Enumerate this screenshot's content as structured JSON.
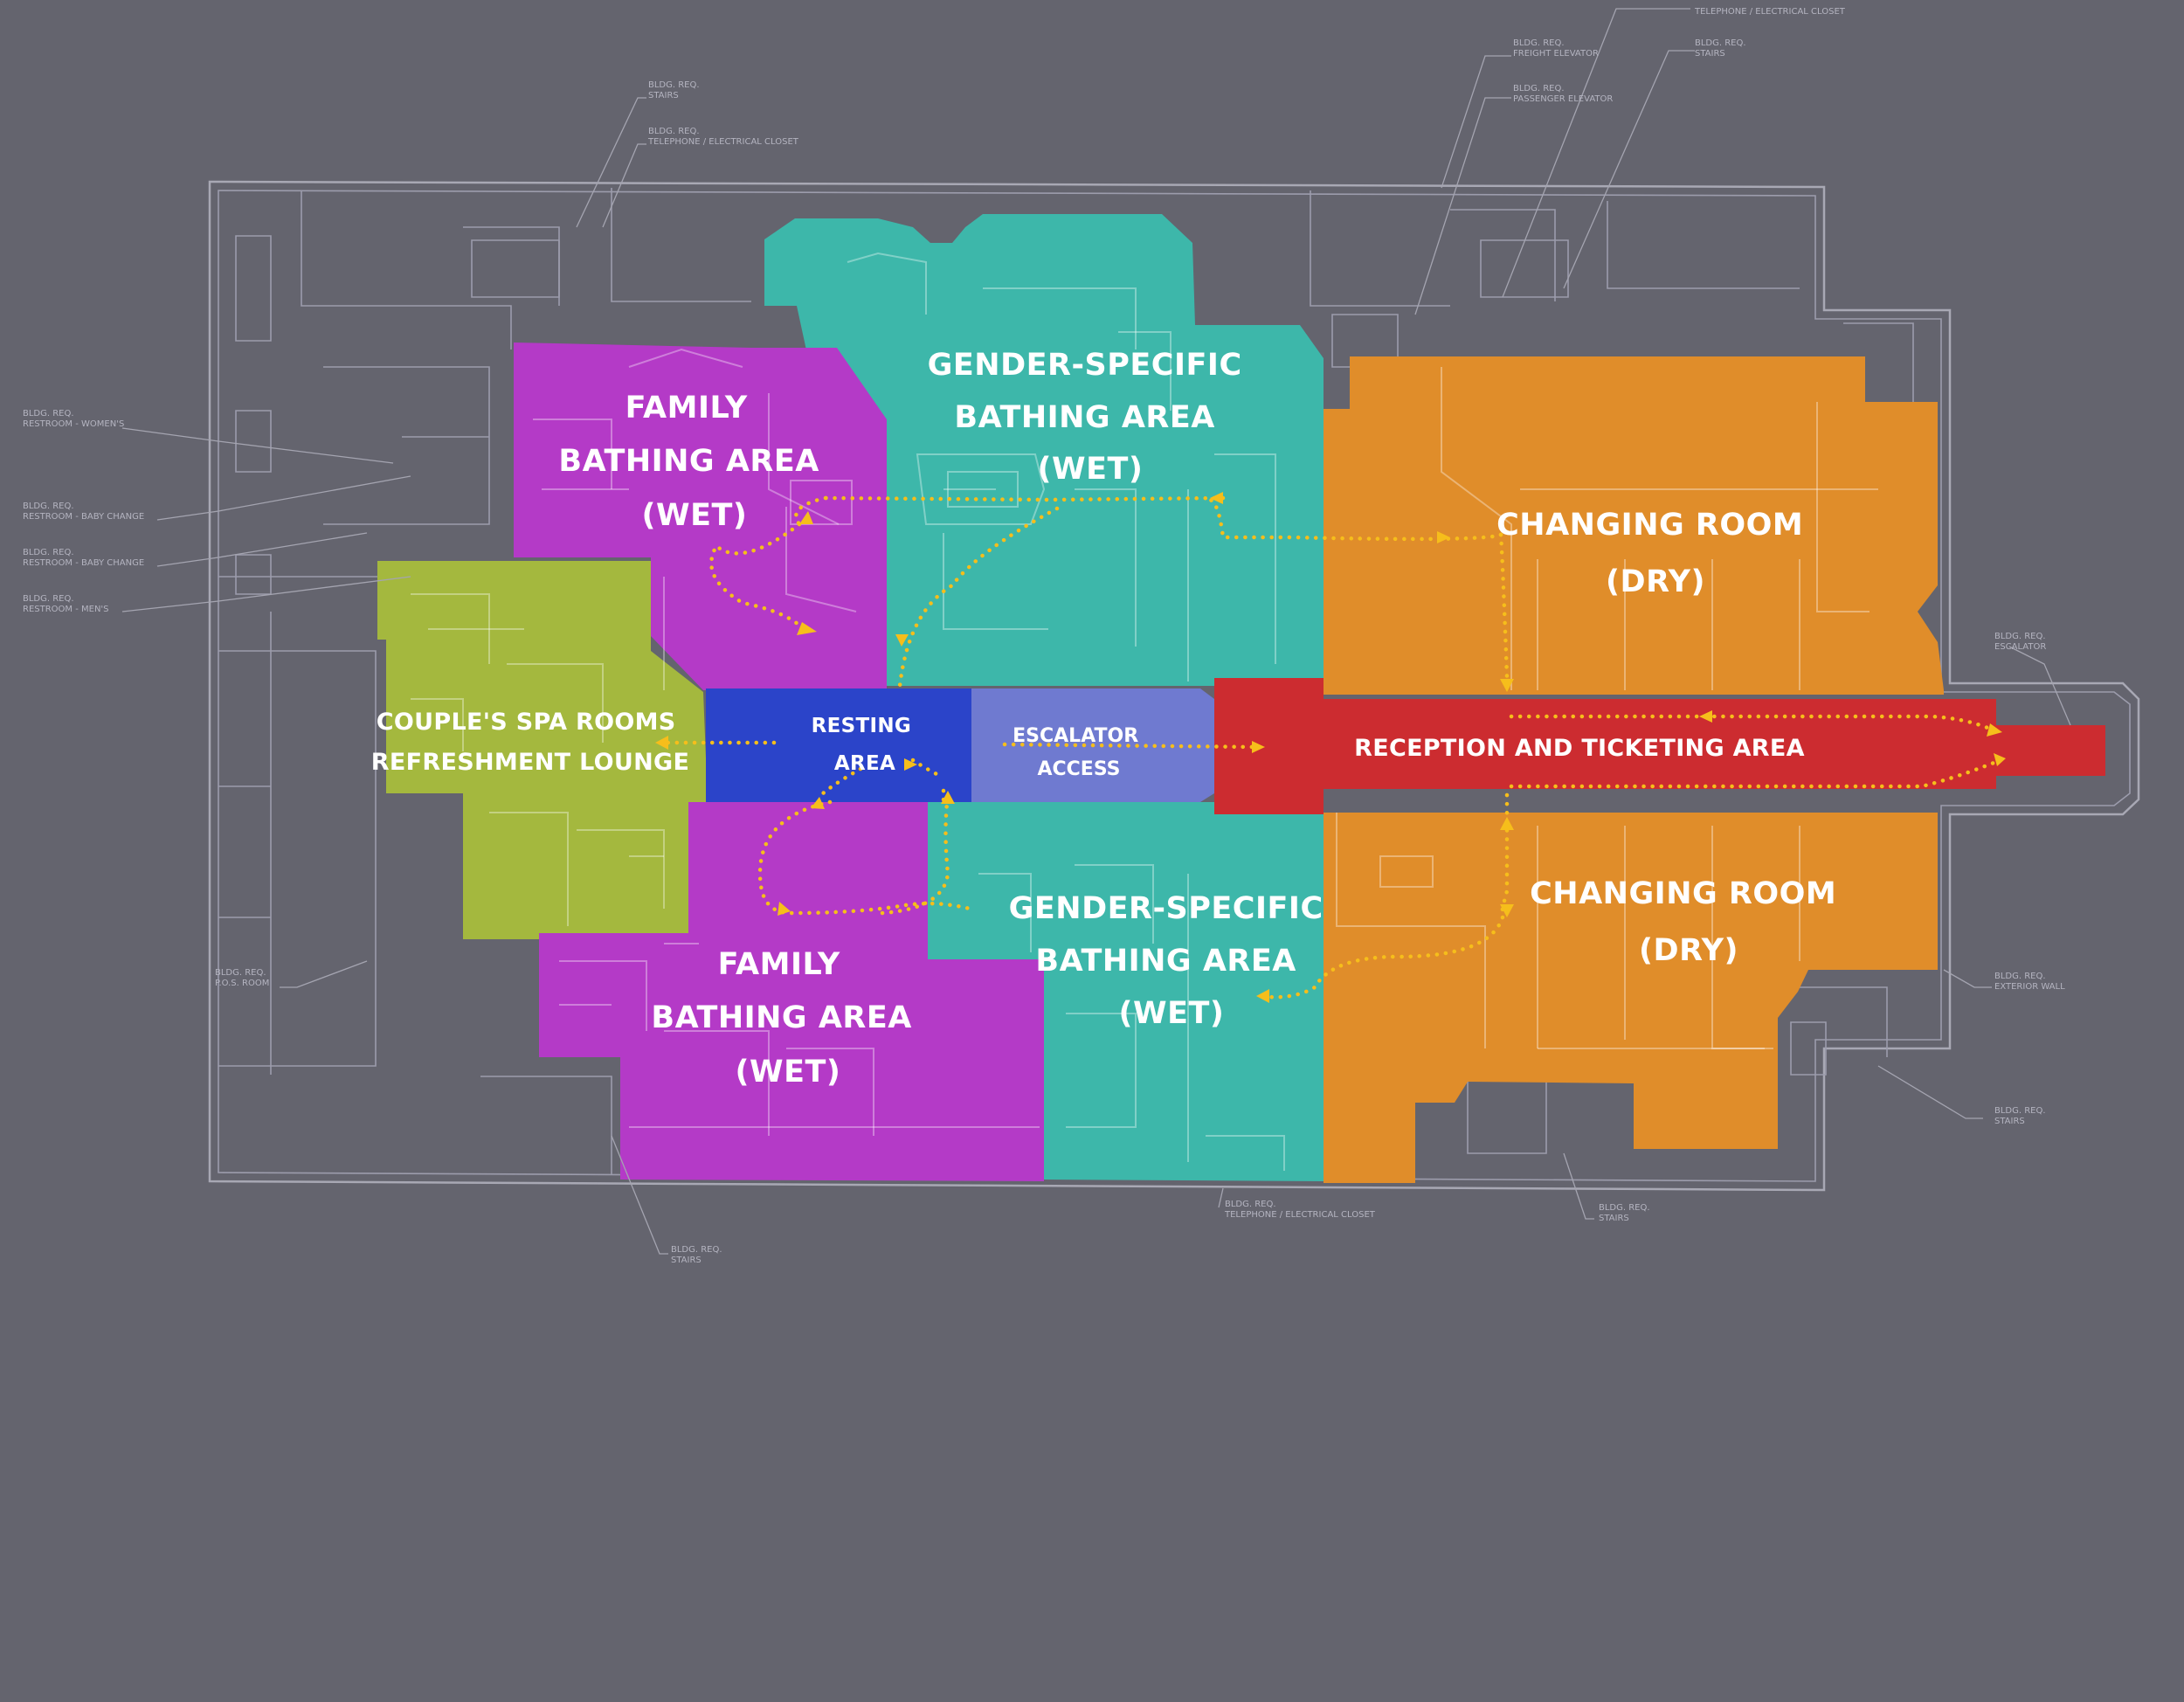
{
  "colors": {
    "background": "#64646e",
    "family_bathing": "#b43ac7",
    "gender_bathing": "#3db7aa",
    "changing_room": "#e08d2a",
    "spa": "#a4b83e",
    "resting": "#2b44c9",
    "escalator": "#6f7ad0",
    "reception": "#cc2c30",
    "circulation": "#f6be1b"
  },
  "zones": {
    "family_top": {
      "line1": "FAMILY",
      "line2": "BATHING AREA",
      "line3": "(WET)"
    },
    "family_bottom": {
      "line1": "FAMILY",
      "line2": "BATHING AREA",
      "line3": "(WET)"
    },
    "gender_top": {
      "line1": "GENDER-SPECIFIC",
      "line2": "BATHING AREA",
      "line3": "(WET)"
    },
    "gender_bottom": {
      "line1": "GENDER-SPECIFIC",
      "line2": "BATHING AREA",
      "line3": "(WET)"
    },
    "changing_top": {
      "line1": "CHANGING ROOM",
      "line2": "(DRY)"
    },
    "changing_bottom": {
      "line1": "CHANGING ROOM",
      "line2": "(DRY)"
    },
    "spa": {
      "line1": "COUPLE'S SPA ROOMS",
      "line2": "REFRESHMENT LOUNGE"
    },
    "resting": {
      "line1": "RESTING",
      "line2": "AREA"
    },
    "escalator": {
      "line1": "ESCALATOR",
      "line2": "ACCESS"
    },
    "reception": {
      "line1": "RECEPTION AND TICKETING AREA"
    }
  },
  "annotations": [
    {
      "line1": "",
      "line2": "TELEPHONE / ELECTRICAL CLOSET"
    },
    {
      "line1": "BLDG. REQ.",
      "line2": "FREIGHT ELEVATOR"
    },
    {
      "line1": "BLDG. REQ.",
      "line2": "STAIRS"
    },
    {
      "line1": "BLDG. REQ.",
      "line2": "PASSENGER ELEVATOR"
    },
    {
      "line1": "BLDG. REQ.",
      "line2": "STAIRS"
    },
    {
      "line1": "BLDG. REQ.",
      "line2": "TELEPHONE / ELECTRICAL CLOSET"
    },
    {
      "line1": "BLDG. REQ.",
      "line2": "RESTROOM - WOMEN'S"
    },
    {
      "line1": "BLDG. REQ.",
      "line2": "RESTROOM - BABY CHANGE"
    },
    {
      "line1": "BLDG. REQ.",
      "line2": "RESTROOM - BABY CHANGE"
    },
    {
      "line1": "BLDG. REQ.",
      "line2": "RESTROOM - MEN'S"
    },
    {
      "line1": "BLDG. REQ.",
      "line2": "P.O.S. ROOM"
    },
    {
      "line1": "BLDG. REQ.",
      "line2": "ESCALATOR"
    },
    {
      "line1": "BLDG. REQ.",
      "line2": "EXTERIOR WALL"
    },
    {
      "line1": "BLDG. REQ.",
      "line2": "STAIRS"
    },
    {
      "line1": "BLDG. REQ.",
      "line2": "TELEPHONE / ELECTRICAL CLOSET"
    },
    {
      "line1": "BLDG. REQ.",
      "line2": "STAIRS"
    },
    {
      "line1": "BLDG. REQ.",
      "line2": "STAIRS"
    }
  ]
}
